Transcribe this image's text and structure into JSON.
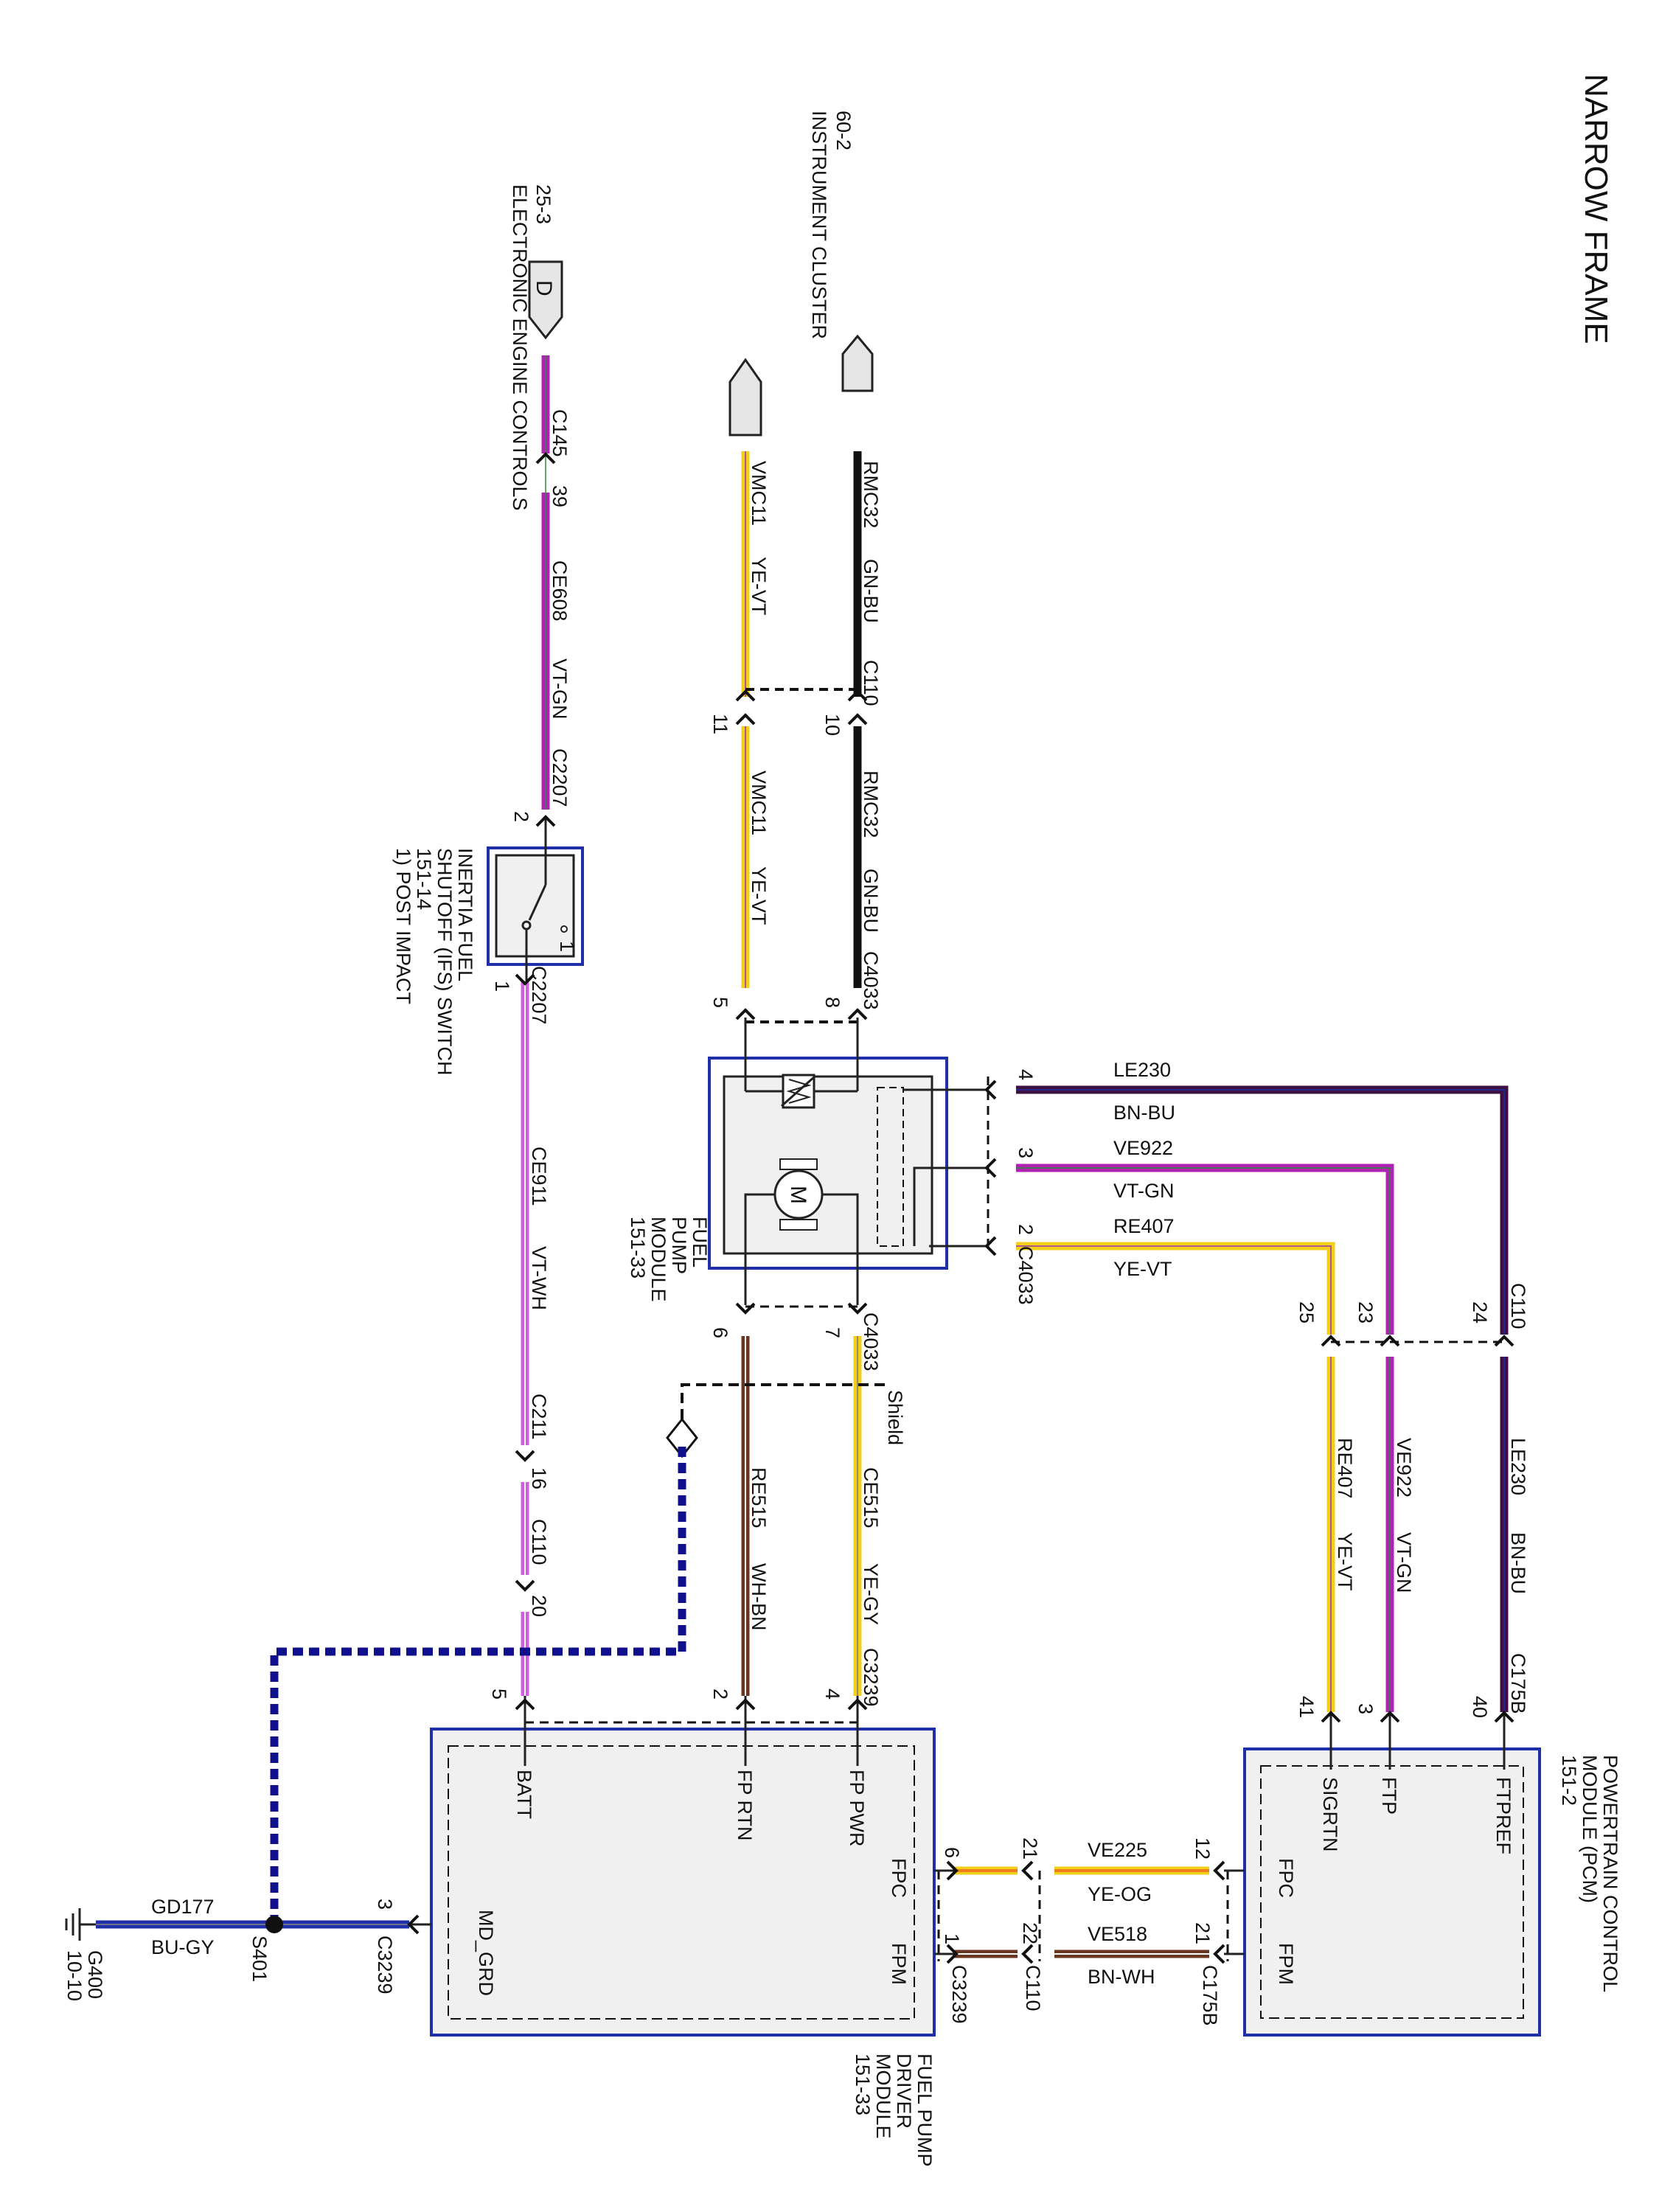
{
  "title": "NARROW FRAME",
  "colors": {
    "purple": "#b022b3",
    "vt_wh": "#cf5fe0",
    "black": "#111111",
    "yellow": "#f2cf18",
    "orange": "#f07e1d",
    "brown": "#6b3620",
    "dark_purple": "#3c1040",
    "blue": "#1f2fa8",
    "dark_blue": "#11108c",
    "module_fill": "#f0f0f0"
  },
  "modules": {
    "instrument_cluster": {
      "page": "60-2",
      "name": "INSTRUMENT CLUSTER"
    },
    "eec": {
      "page": "25-3",
      "name": "ELECTRONIC ENGINE CONTROLS",
      "pin": "D"
    },
    "ifs": {
      "lines": [
        "INERTIA FUEL",
        "SHUTOFF (IFS) SWITCH",
        "151-14",
        "1) POST IMPACT"
      ],
      "pin_top": "2",
      "pin_bottom": "1",
      "contact": "1"
    },
    "fuel_pump_module": {
      "lines": [
        "FUEL",
        "PUMP",
        "MODULE",
        "151-33"
      ],
      "motor": "M"
    },
    "fpdm": {
      "lines": [
        "FUEL PUMP",
        "DRIVER",
        "MODULE",
        "151-33"
      ],
      "pins": {
        "batt": "BATT",
        "fp_rtn": "FP RTN",
        "fp_pwr": "FP PWR",
        "fpc": "FPC",
        "fpm": "FPM",
        "md_grd": "MD_GRD"
      }
    },
    "pcm": {
      "lines": [
        "POWERTRAIN CONTROL",
        "MODULE (PCM)",
        "151-2"
      ],
      "pins": {
        "sigrtn": "SIGRTN",
        "ftp": "FTP",
        "ftpref": "FTPREF",
        "fpc": "FPC",
        "fpm": "FPM"
      }
    }
  },
  "circuits": {
    "rmc32_top": {
      "id": "RMC32",
      "color": "GN-BU"
    },
    "rmc32_low": {
      "id": "RMC32",
      "color": "GN-BU"
    },
    "vmc11_top": {
      "id": "VMC11",
      "color": "YE-VT"
    },
    "vmc11_low": {
      "id": "VMC11",
      "color": "YE-VT"
    },
    "ce608": {
      "id": "CE608",
      "color": "VT-GN"
    },
    "ce911": {
      "id": "CE911",
      "color": "VT-WH"
    },
    "le230_h": {
      "id": "LE230",
      "color": "BN-BU"
    },
    "le230_v": {
      "id": "LE230",
      "color": "BN-BU"
    },
    "ve922_h": {
      "id": "VE922",
      "color": "VT-GN"
    },
    "ve922_v": {
      "id": "VE922",
      "color": "VT-GN"
    },
    "re407_h": {
      "id": "RE407",
      "color": "YE-VT"
    },
    "re407_v": {
      "id": "RE407",
      "color": "YE-VT"
    },
    "ce515": {
      "id": "CE515",
      "color": "YE-GY"
    },
    "re515": {
      "id": "RE515",
      "color": "WH-BN"
    },
    "ve225": {
      "id": "VE225",
      "color": "YE-OG"
    },
    "ve518": {
      "id": "VE518",
      "color": "BN-WH"
    },
    "gd177": {
      "id": "GD177",
      "color": "BU-GY"
    }
  },
  "connectors": {
    "c110_cluster": "C110",
    "pin_rmc32_c110": "10",
    "pin_vmc11_c110": "11",
    "c4033_top": "C4033",
    "pin_8": "8",
    "pin_5": "5",
    "c145": "C145",
    "c145_pin": "39",
    "c2207_top": "C2207",
    "c2207_bot": "C2207",
    "c211": "C211",
    "c211_pin": "16",
    "c110_mid": "C110",
    "c110_mid_pin": "20",
    "pin_5_fpdm": "5",
    "pin_4_fpm": "4",
    "pin_3_fpm": "3",
    "pin_2_fpm": "2",
    "c4033_right": "C4033",
    "c110_right": "C110",
    "pin_24": "24",
    "pin_23": "23",
    "pin_25": "25",
    "c4033_bot": "C4033",
    "pin_7": "7",
    "pin_6": "6",
    "shield": "Shield",
    "c3239_top": "C3239",
    "pin_4_fpdm": "4",
    "pin_2_fpdm": "2",
    "c175b_top": "C175B",
    "pin_40": "40",
    "pin_3_pcm": "3",
    "pin_41": "41",
    "pin_6_fpdm": "6",
    "pin_1_fpdm": "1",
    "pin_21a": "21",
    "pin_22": "22",
    "pin_12": "12",
    "pin_21b": "21",
    "c3239_bot": "C3239",
    "c110_bot": "C110",
    "c175b_bot": "C175B",
    "pin_3_gnd": "3",
    "c3239_gnd": "C3239",
    "splice": "S401",
    "ground_id": "G400",
    "ground_page": "10-10"
  }
}
